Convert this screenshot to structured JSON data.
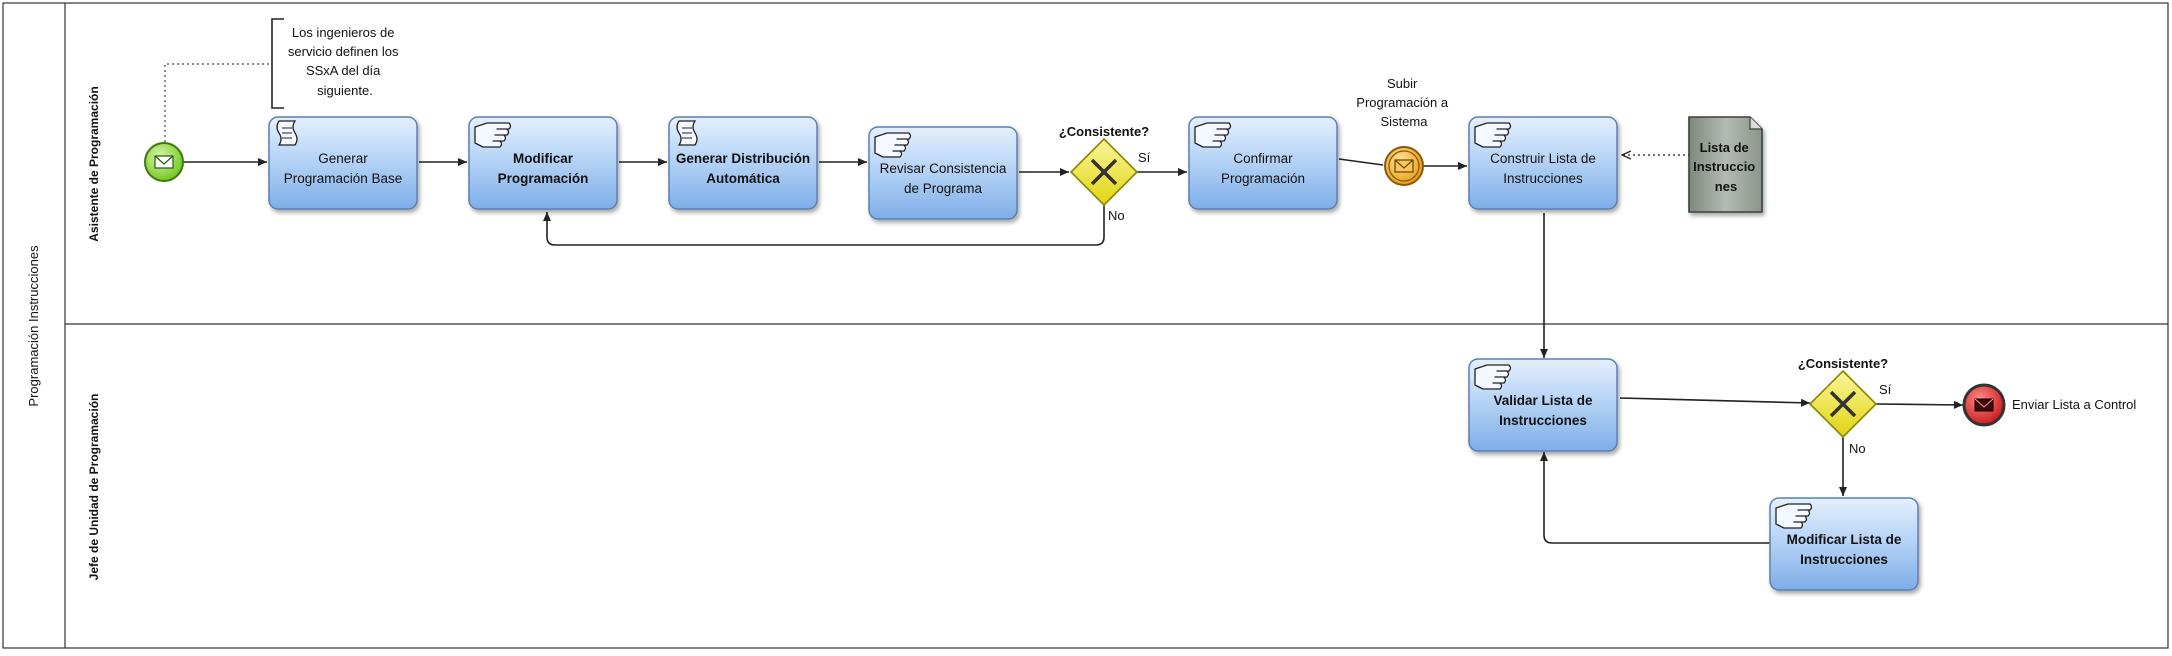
{
  "pool": {
    "label": "Programación Instrucciones"
  },
  "lanes": [
    {
      "id": "lane-asistente",
      "label": "Asistente de Programación"
    },
    {
      "id": "lane-jefe",
      "label": "Jefe de Unidad de Programación"
    }
  ],
  "annotation": {
    "lines": [
      "Los ingenieros de",
      "servicio definen los",
      "SSxA del día",
      "siguiente."
    ]
  },
  "tasks": [
    {
      "id": "generar-programacion-base",
      "lines": [
        "Generar",
        "Programación Base"
      ],
      "bold": false,
      "icon": "script-icon"
    },
    {
      "id": "modificar-programacion",
      "lines": [
        "Modificar",
        "Programación"
      ],
      "bold": true,
      "icon": "manual-hand-icon"
    },
    {
      "id": "generar-distribucion",
      "lines": [
        "Generar Distribución",
        "Automática"
      ],
      "bold": true,
      "icon": "script-icon"
    },
    {
      "id": "revisar-consistencia",
      "lines": [
        "Revisar Consistencia",
        "de Programa"
      ],
      "bold": false,
      "icon": "manual-hand-icon"
    },
    {
      "id": "confirmar-programacion",
      "lines": [
        "Confirmar",
        "Programación"
      ],
      "bold": false,
      "icon": "manual-hand-icon"
    },
    {
      "id": "construir-lista",
      "lines": [
        "Construir Lista de",
        "Instrucciones"
      ],
      "bold": false,
      "icon": "manual-hand-icon"
    },
    {
      "id": "validar-lista",
      "lines": [
        "Validar Lista de",
        "Instrucciones"
      ],
      "bold": true,
      "icon": "manual-hand-icon"
    },
    {
      "id": "modificar-lista",
      "lines": [
        "Modificar Lista de",
        "Instrucciones"
      ],
      "bold": true,
      "icon": "manual-hand-icon"
    }
  ],
  "gateways": [
    {
      "id": "gateway-1",
      "question": "¿Consistente?",
      "yes": "Sí",
      "no": "No"
    },
    {
      "id": "gateway-2",
      "question": "¿Consistente?",
      "yes": "Sí",
      "no": "No"
    }
  ],
  "intermediate_event": {
    "lines": [
      "Subir",
      "Programación a",
      "Sistema"
    ]
  },
  "data_object": {
    "lines": [
      "Lista de",
      "Instruccio",
      "nes"
    ]
  },
  "end_event": {
    "label": "Enviar Lista a Control"
  },
  "colors": {
    "task_fill_top": "#d9e9fb",
    "task_fill_bottom": "#86b6ec",
    "task_stroke": "#5a7fb5",
    "gateway_fill": "#ece41f",
    "start_event_fill": "#7ed321",
    "intermediate_event_fill": "#f0a81a",
    "end_event_fill": "#e02424",
    "data_object_fill": "#9aa39a",
    "line": "#222222"
  }
}
